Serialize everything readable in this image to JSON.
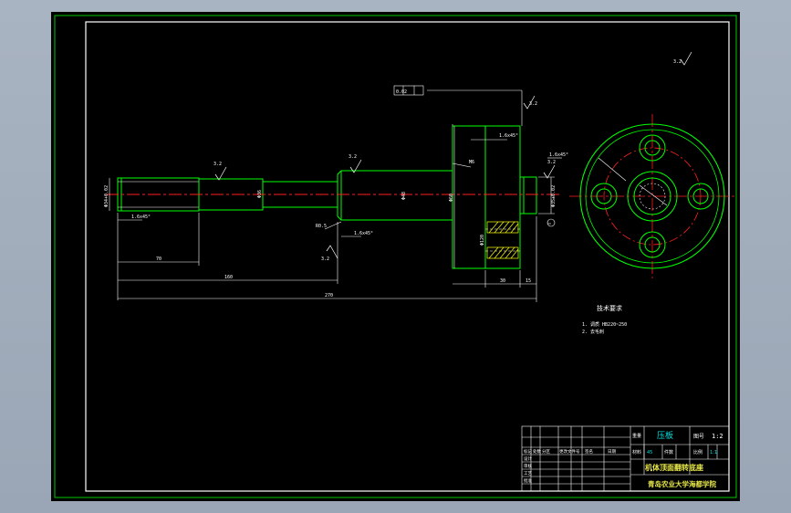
{
  "title_block": {
    "part_name": "压板",
    "scale_label": "比例",
    "scale_value": "1:1",
    "drawing_number": "1:2",
    "assembly_title": "机体顶面翻转底座",
    "school": "青岛农业大学海都学院",
    "material_label": "材料",
    "material_value": "45",
    "quantity_label": "件数",
    "header_cells": [
      "标记",
      "处数",
      "分区",
      "更改文件号",
      "签名",
      "日期"
    ],
    "sign_labels": [
      "设计",
      "审核",
      "工艺",
      "批准"
    ],
    "sign_value": "重量"
  },
  "dimensions": {
    "overall_length": "270",
    "mid_length": "160",
    "left_length": "70",
    "flange_w1": "30",
    "flange_w2": "15",
    "left_dia": "Φ34+0.02",
    "shaft_dia_1": "Φ36",
    "shaft_dia_2": "Φ48",
    "shaft_dia_3": "Φ60",
    "flange_dia": "Φ120",
    "right_dia": "Φ35±0.02",
    "chamfer_a": "1.6x45°",
    "chamfer_b": "1.6x45°",
    "chamfer_c": "1.6x45°",
    "chamfer_d": "1.6x45°",
    "undercut": "R0.5",
    "thread_note": "M6",
    "roughness_1": "3.2",
    "roughness_2": "3.2",
    "roughness_3": "3.2",
    "roughness_4": "3.2",
    "roughness_5": "3.2",
    "roughness_general": "3.2",
    "tolerance_frame": "0.02"
  },
  "tech_requirements": {
    "heading": "技术要求",
    "items": [
      "1. 调质 HB220~250",
      "2. 去毛刺"
    ]
  },
  "colors": {
    "frame": "#00c800",
    "outline": "#00ff00",
    "dimension": "#ffffff",
    "centerline": "#ff2020",
    "hatch": "#ffff00",
    "viewport_bg": "#000000"
  }
}
